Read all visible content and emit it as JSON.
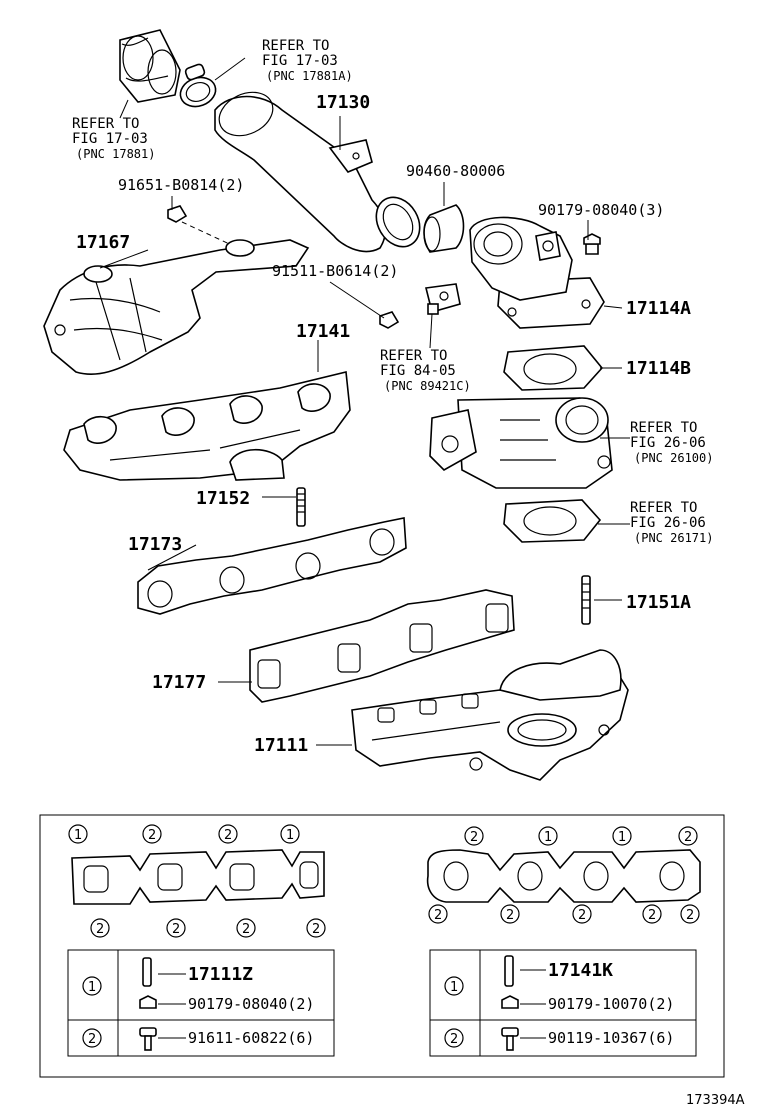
{
  "callouts": {
    "p17130": "17130",
    "p17167": "17167",
    "p17141": "17141",
    "p17152": "17152",
    "p17173": "17173",
    "p17177": "17177",
    "p17111": "17111",
    "p17114A": "17114A",
    "p17114B": "17114B",
    "p17151A": "17151A",
    "p90460": "90460-80006",
    "p90179_3": "90179-08040(3)",
    "p91651": "91651-B0814(2)",
    "p91511": "91511-B0614(2)"
  },
  "refs": {
    "r1": {
      "l1": "REFER TO",
      "l2": "FIG 17-03",
      "l3": "(PNC 17881A)"
    },
    "r2": {
      "l1": "REFER TO",
      "l2": "FIG 17-03",
      "l3": "(PNC 17881)"
    },
    "r3": {
      "l1": "REFER TO",
      "l2": "FIG 84-05",
      "l3": "(PNC 89421C)"
    },
    "r4": {
      "l1": "REFER TO",
      "l2": "FIG 26-06",
      "l3": "(PNC 26100)"
    },
    "r5": {
      "l1": "REFER TO",
      "l2": "FIG 26-06",
      "l3": "(PNC 26171)"
    }
  },
  "torque_sequence": {
    "left_top": [
      "1",
      "2",
      "2",
      "1"
    ],
    "left_bottom": [
      "2",
      "2",
      "2",
      "2"
    ],
    "right_top": [
      "2",
      "1",
      "1",
      "2"
    ],
    "right_bottom": [
      "2",
      "2",
      "2",
      "2",
      "2"
    ]
  },
  "legend_left": {
    "row1": {
      "num": "1",
      "a": "17111Z",
      "b": "90179-08040(2)"
    },
    "row2": {
      "num": "2",
      "a": "91611-60822(6)"
    }
  },
  "legend_right": {
    "row1": {
      "num": "1",
      "a": "17141K",
      "b": "90179-10070(2)"
    },
    "row2": {
      "num": "2",
      "a": "90119-10367(6)"
    }
  },
  "figure_id": "173394A"
}
